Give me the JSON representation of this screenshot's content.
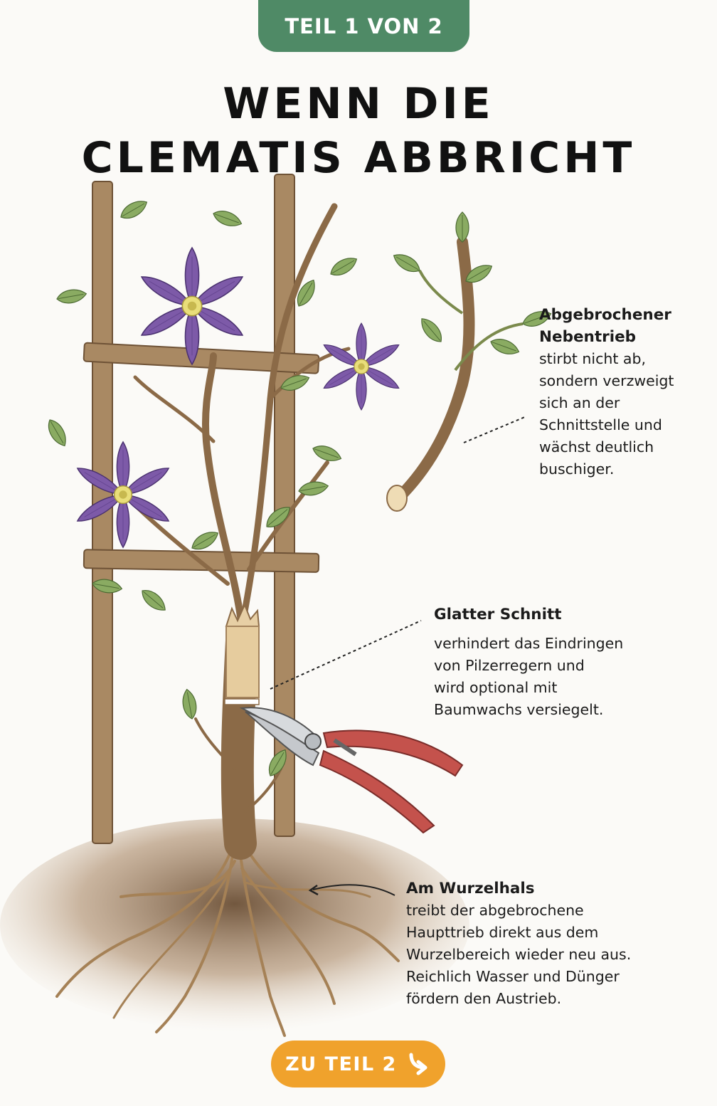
{
  "badge": "TEIL 1 VON 2",
  "title": {
    "line1": "WENN DIE",
    "line2": "CLEMATIS ABBRICHT"
  },
  "notes": {
    "side_shoot": {
      "head": "Abgebrochener\nNebentrieb",
      "body": "stirbt nicht ab,\nsondern verzweigt\nsich an der\nSchnittstelle und\nwächst deutlich\nbuschiger."
    },
    "clean_cut": {
      "head": "Glatter Schnitt",
      "body": "verhindert das Eindringen\nvon Pilzerregern und\nwird optional mit\nBaumwachs versiegelt."
    },
    "root_collar": {
      "head": "Am Wurzelhals",
      "body": "treibt der abgebrochene\nHaupttrieb direkt aus dem\nWurzelbereich wieder neu aus.\nReichlich Wasser und Dünger\nfördern den Austrieb."
    }
  },
  "cta": {
    "label": "ZU TEIL 2",
    "icon": "arrow-down-right-icon"
  },
  "colors": {
    "badge": "#4f8a66",
    "cta": "#f0a22c",
    "petal": "#7d5aa8",
    "leaf": "#7fa05a",
    "wood": "#8b6a47",
    "handle": "#c4524c"
  }
}
